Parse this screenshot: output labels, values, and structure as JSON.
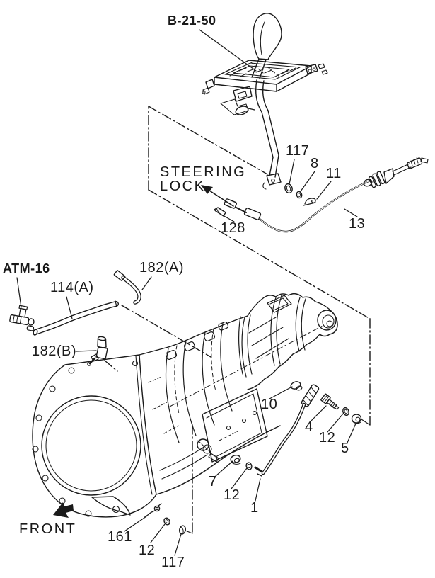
{
  "diagram": {
    "refs": {
      "assembly_ref": "B-21-50",
      "atm_ref": "ATM-16"
    },
    "annotations": {
      "steering_lock": "STEERING\nLOCK",
      "front": "FRONT"
    },
    "callouts": {
      "nut_117_top": "117",
      "washer_8": "8",
      "clip_11": "11",
      "cable_13": "13",
      "pin_128": "128",
      "hose_114a": "114(A)",
      "pipe_182a": "182(A)",
      "connector_182b": "182(B)",
      "nut_10": "10",
      "bolt_4": "4",
      "washer_12_right": "12",
      "grommet_5": "5",
      "nut_7": "7",
      "washer_12_mid": "12",
      "rod_1": "1",
      "clip_161": "161",
      "washer_12_bottom": "12",
      "grommet_117_bottom": "117"
    },
    "colors": {
      "ink": "#1a1a1a",
      "background": "#ffffff"
    }
  }
}
